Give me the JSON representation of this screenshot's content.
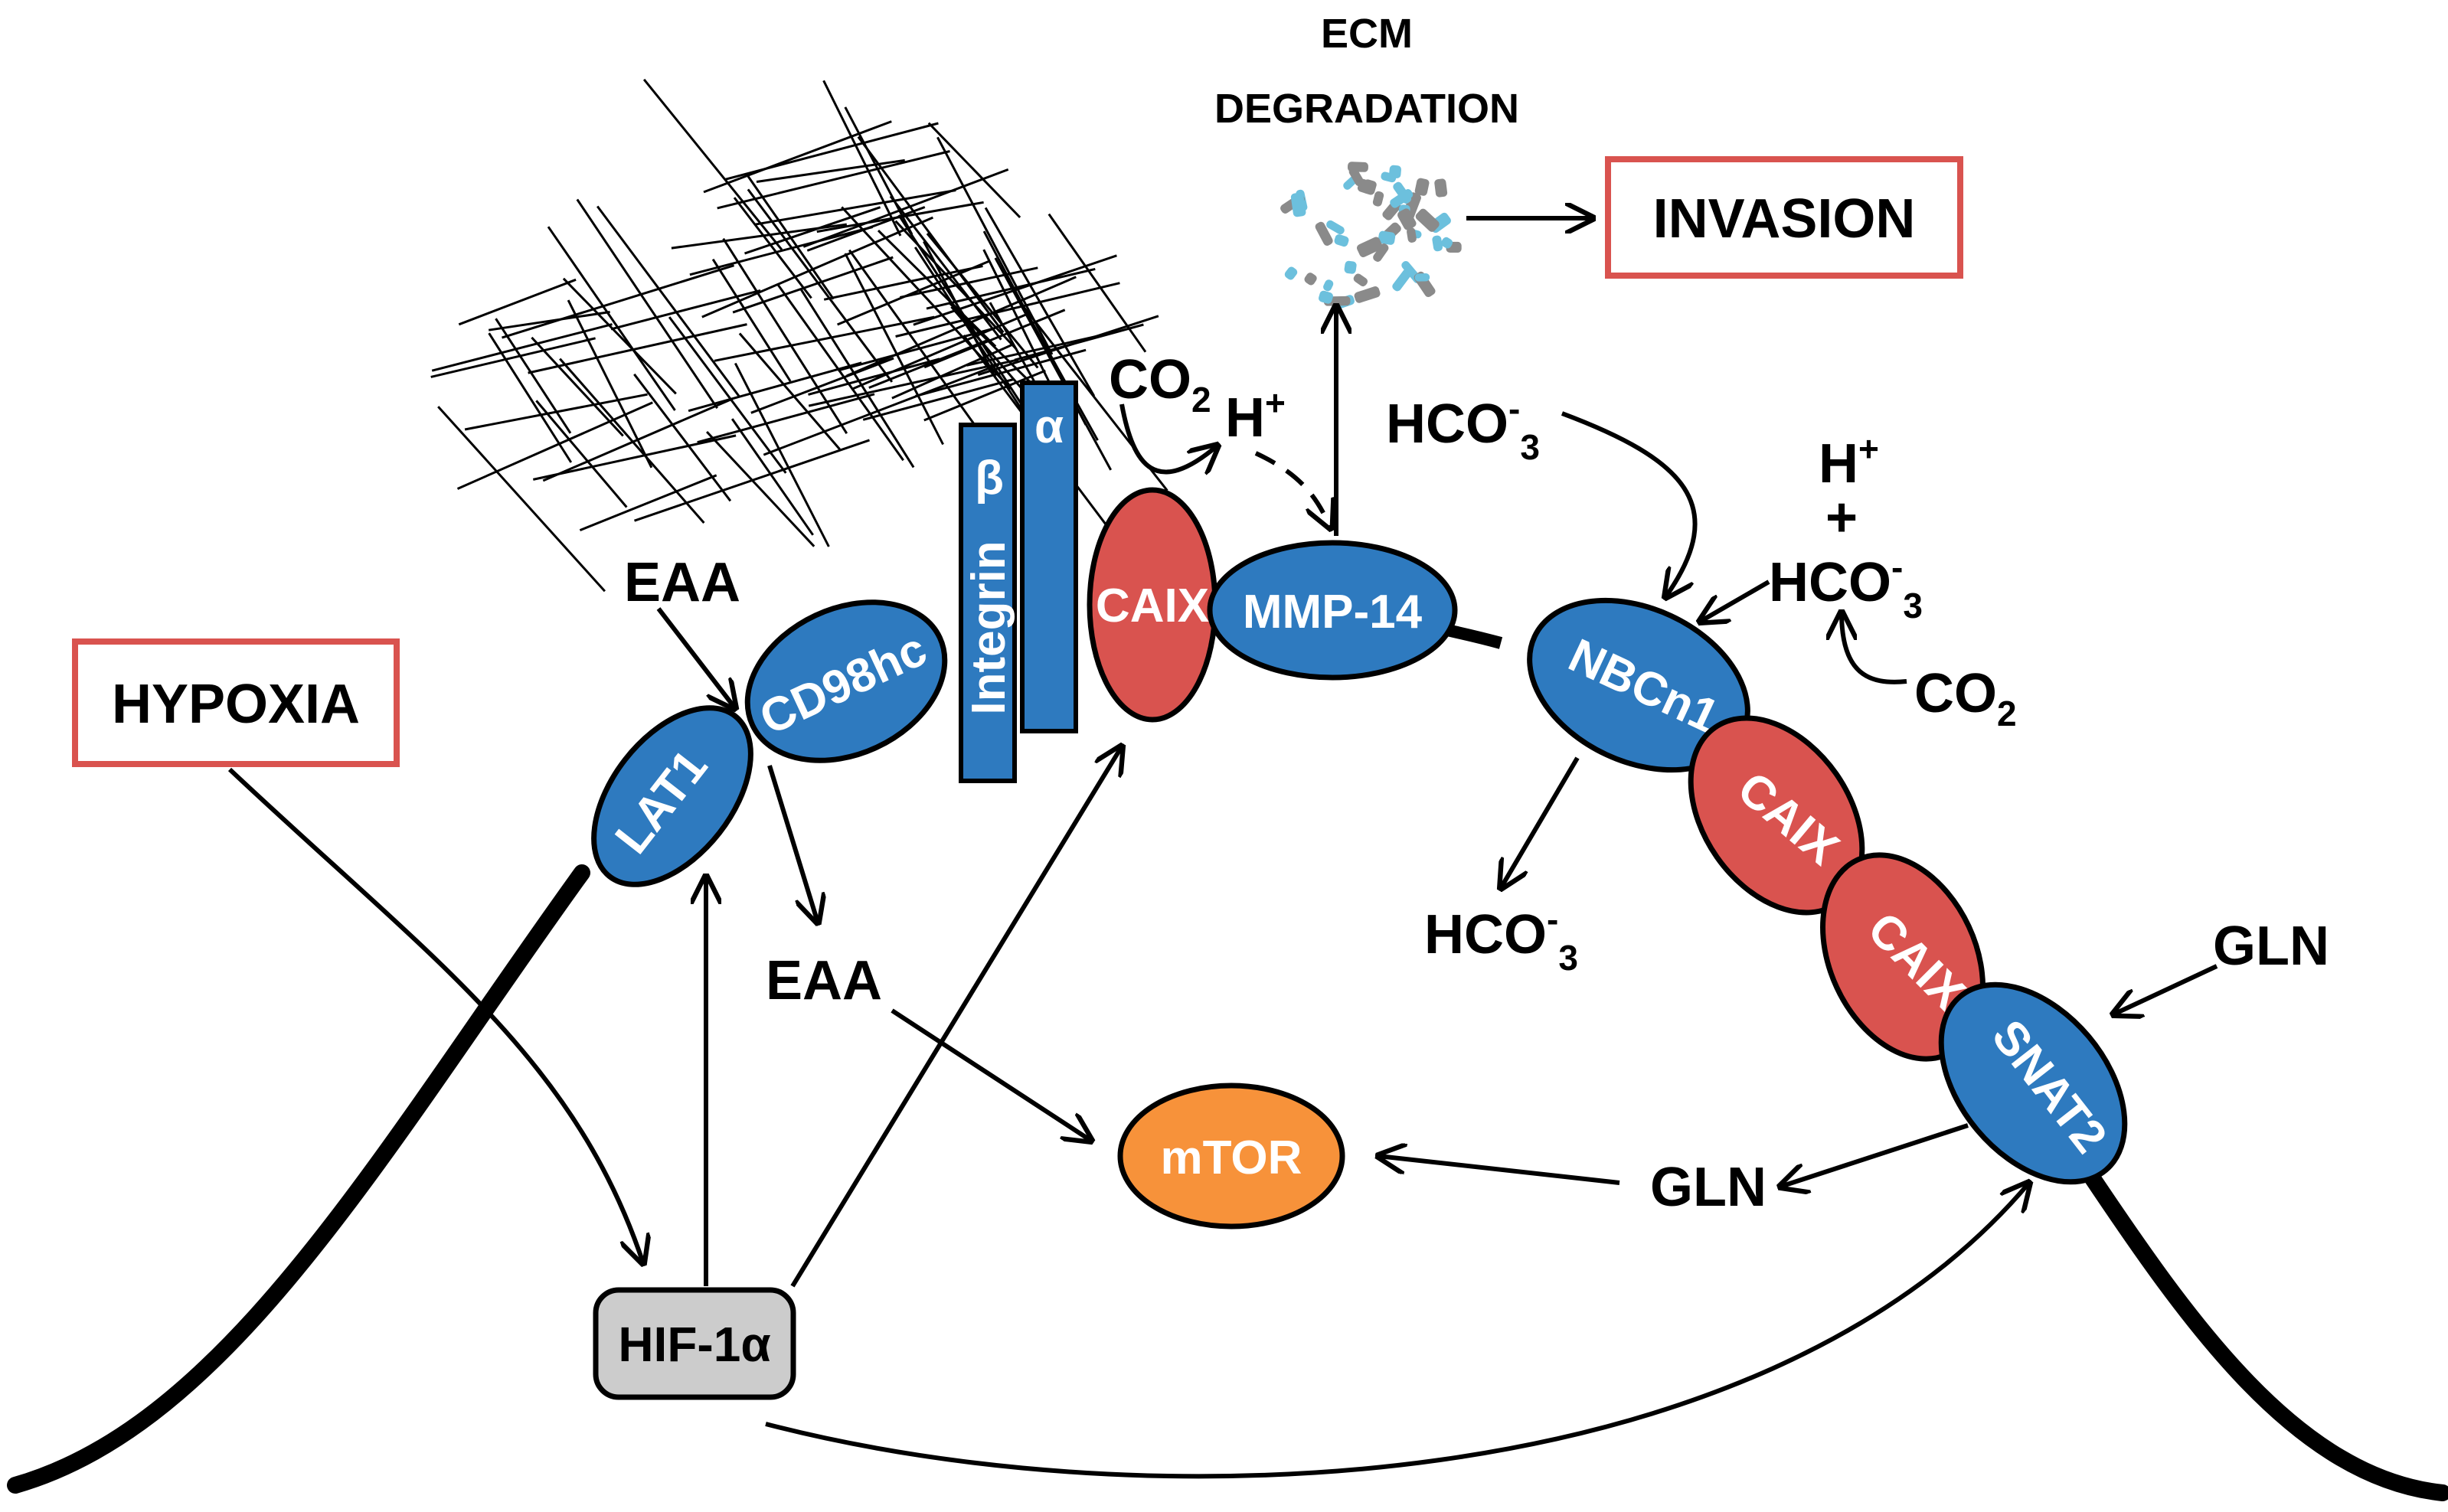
{
  "labels": {
    "ecm_line1": "ECM",
    "ecm_line2": "DEGRADATION",
    "invasion": "INVASION",
    "hypoxia": "HYPOXIA",
    "hif": "HIF-1α",
    "mtor": "mTOR",
    "lat1": "LAT1",
    "cd98hc": "CD98hc",
    "integrin": "Integrin",
    "beta": "β",
    "alpha": "α",
    "caix": "CAIX",
    "mmp14": "MMP-14",
    "nbcn1": "NBCn1",
    "snat2": "SNAT2",
    "eaa": "EAA",
    "gln": "GLN",
    "co2_base": "CO",
    "co2_sub": "2",
    "h_base": "H",
    "h_sup": "+",
    "plus": "+",
    "hco_base": "HCO",
    "hco_sup": "-",
    "hco_sub": "3"
  },
  "colors": {
    "transporter_blue": "#2e7abf",
    "caix_red": "#d9534f",
    "mtor_orange": "#f7923a",
    "hif_grey": "#cccccc",
    "highlight_box": "#d9534f",
    "ecm_blue": "#6cc0dd",
    "ecm_grey": "#8a8a8a"
  }
}
